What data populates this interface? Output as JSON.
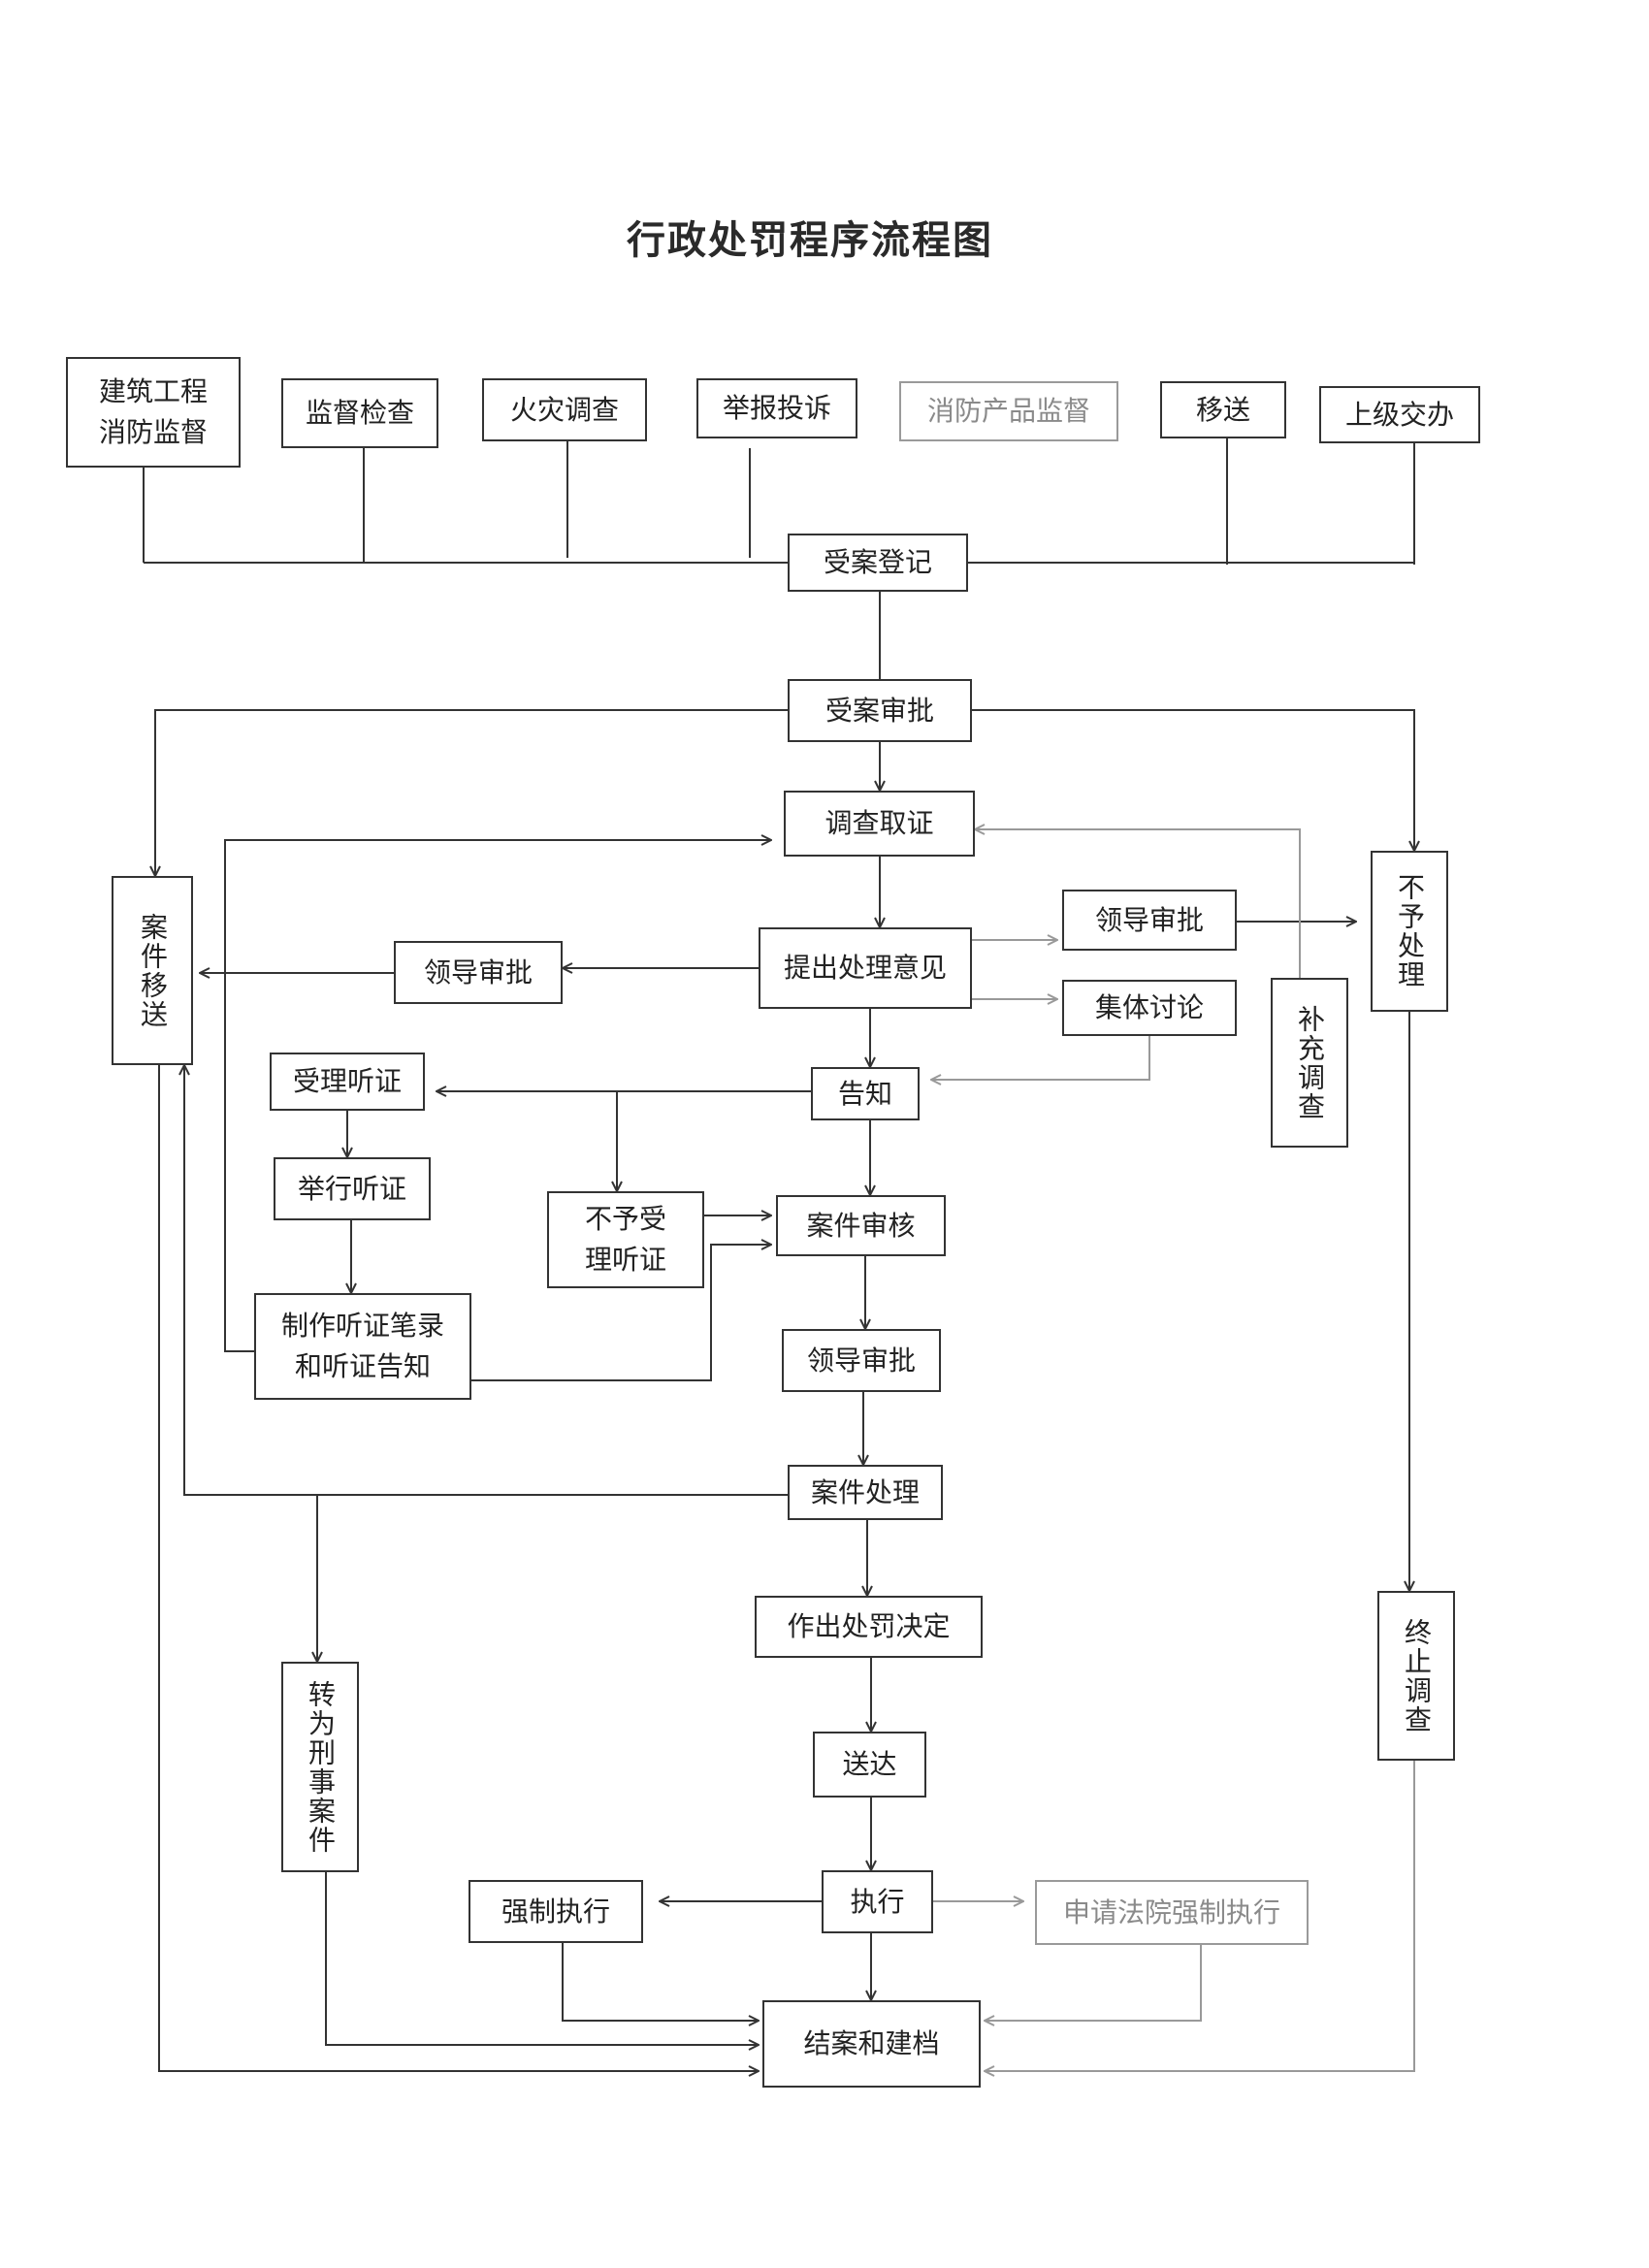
{
  "title": "行政处罚程序流程图",
  "nodes": {
    "jianzhu": "建筑工程\n消防监督",
    "jiandu": "监督检查",
    "huozai": "火灾调查",
    "jubao": "举报投诉",
    "xiaofang_chanpin": "消防产品监督",
    "yisong_src": "移送",
    "shangji": "上级交办",
    "shouan_dengji": "受案登记",
    "shouan_shenpi": "受案审批",
    "diaocha": "调查取证",
    "tichu_yijian": "提出处理意见",
    "lingdao_shenpi_right": "领导审批",
    "jiti_taolun": "集体讨论",
    "lingdao_shenpi_left": "领导审批",
    "anjian_yisong": "案件移送",
    "buyu_chuli": "不予处理",
    "buchong_diaocha": "补充调查",
    "shouli_tingzheng": "受理听证",
    "gaozhi": "告知",
    "juxing_tingzheng": "举行听证",
    "buyu_shouli": "不予受\n理听证",
    "anjian_shenhe": "案件审核",
    "zhizuo_bilu": "制作听证笔录\n和听证告知",
    "lingdao_shenpi_mid": "领导审批",
    "anjian_chuli": "案件处理",
    "zuochu_jueding": "作出处罚决定",
    "zhuanwei_xingshi": "转为刑事案件",
    "zhongzhi_diaocha": "终止调查",
    "songda": "送达",
    "zhixing": "执行",
    "qiangzhi_zhixing": "强制执行",
    "shenqing_fayuan": "申请法院强制执行",
    "jiean": "结案和建档"
  },
  "colors": {
    "line": "#333333",
    "faint": "#9a9a9a"
  }
}
